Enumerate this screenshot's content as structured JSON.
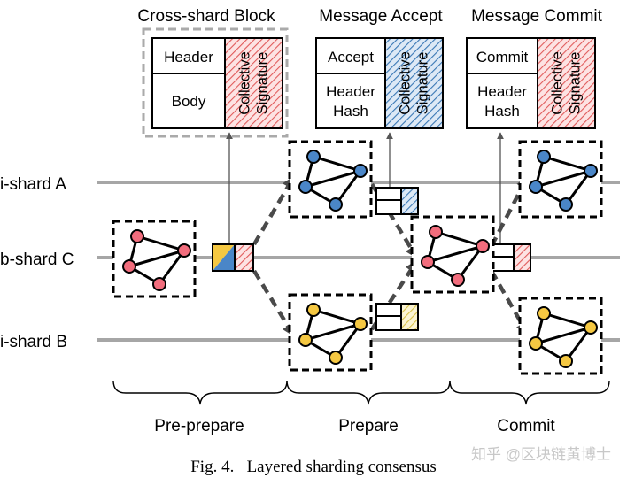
{
  "headings": {
    "cross_shard_block": "Cross-shard Block",
    "message_accept": "Message Accept",
    "message_commit": "Message Commit"
  },
  "block_box": {
    "header": "Header",
    "body": "Body",
    "signature": "Collective Signature"
  },
  "accept_box": {
    "top": "Accept",
    "bottom": "Header Hash",
    "signature": "Collective Signature"
  },
  "commit_box": {
    "top": "Commit",
    "bottom": "Header Hash",
    "signature": "Collective Signature"
  },
  "shards": {
    "a": "i-shard A",
    "c": "b-shard C",
    "b": "i-shard B"
  },
  "phases": {
    "pre_prepare": "Pre-prepare",
    "prepare": "Prepare",
    "commit": "Commit"
  },
  "caption": "Fig. 4.   Layered sharding consensus",
  "watermark": "知乎 @区块链黄博士",
  "colors": {
    "red_node": "#f26d7d",
    "blue_node": "#4a86c8",
    "yellow_node": "#f5c842",
    "red_hatch": "#e05a5a",
    "blue_hatch": "#3a78b5",
    "yellow_hatch": "#d8c24a",
    "line": "#a6a6a6"
  }
}
